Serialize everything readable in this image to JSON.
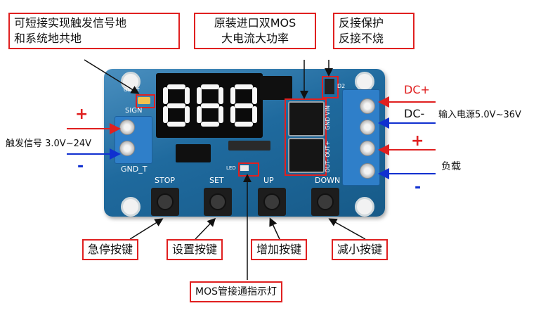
{
  "callouts": {
    "signal_short": [
      "可短接实现触发信号地",
      "和系统地共地"
    ],
    "mos_import": [
      "原装进口双MOS",
      "大电流大功率"
    ],
    "reverse_protect": [
      "反接保护",
      "反接不烧"
    ],
    "stop_button": "急停按键",
    "set_button": "设置按键",
    "up_button": "增加按键",
    "down_button": "减小按键",
    "mos_led": "MOS管接通指示灯"
  },
  "left_labels": {
    "plus": "+",
    "minus": "-",
    "trigger": "触发信号 3.0V~24V"
  },
  "right_labels": {
    "dc_plus": "DC+",
    "dc_minus": "DC-",
    "input": "输入电源5.0V~36V",
    "plus": "+",
    "minus": "-",
    "load": "负载"
  },
  "silkscreen": {
    "gnd_t_top": "GND T",
    "sign": "SIGN",
    "gnd_t": "GND_T",
    "stop": "STOP",
    "set": "SET",
    "up": "UP",
    "down": "DOWN",
    "led": "LED",
    "d2": "D2",
    "vin": "GND VIN",
    "out": "OUT- OUT+"
  },
  "colors": {
    "pcb": "#1f6a9e",
    "callout_border": "#e02020",
    "arrow_red": "#e02020",
    "arrow_blue": "#1030d0"
  }
}
